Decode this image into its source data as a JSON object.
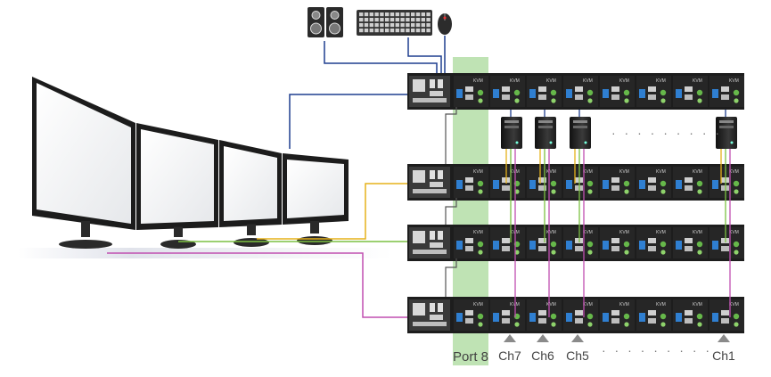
{
  "port_label": "Port 8",
  "channel_labels": [
    "Ch7",
    "Ch6",
    "Ch5",
    "Ch1"
  ],
  "ellipsis": "· · · · · · · · ·",
  "kvm_badge": "KVM",
  "cable_colors": {
    "console": "#1f3f8f",
    "monitor1": "#1f3f8f",
    "monitor2": "#e5b21a",
    "monitor3": "#7cc142",
    "monitor4": "#c04fb0",
    "link": "#555555"
  },
  "highlight_color": "#bfe3b4",
  "device_color": "#1d1d1d",
  "icons": {
    "speakers": "speakers-icon",
    "keyboard": "keyboard-icon",
    "mouse": "mouse-icon",
    "monitor": "monitor-icon",
    "computer": "computer-tower-icon"
  }
}
